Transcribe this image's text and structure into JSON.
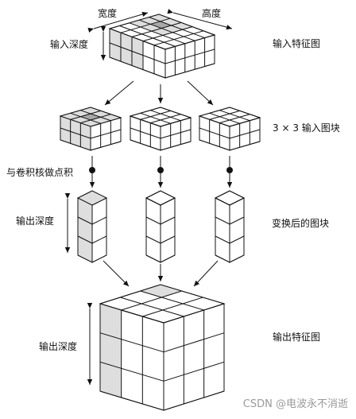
{
  "labels": {
    "width": "宽度",
    "height": "高度",
    "input_depth": "输入深度",
    "input_feature_map": "输入特征图",
    "input_patches": "3 × 3 输入图块",
    "dot_product": "与卷积核做点积",
    "output_depth_small": "输出深度",
    "transformed_patches": "变换后的图块",
    "output_depth_large": "输出深度",
    "output_feature_map": "输出特征图"
  },
  "watermark": "CSDN @电波永不消逝",
  "colors": {
    "face_white": "#ffffff",
    "face_shaded": "#dedede",
    "face_dark": "#a8a8a8",
    "line": "#111111"
  }
}
